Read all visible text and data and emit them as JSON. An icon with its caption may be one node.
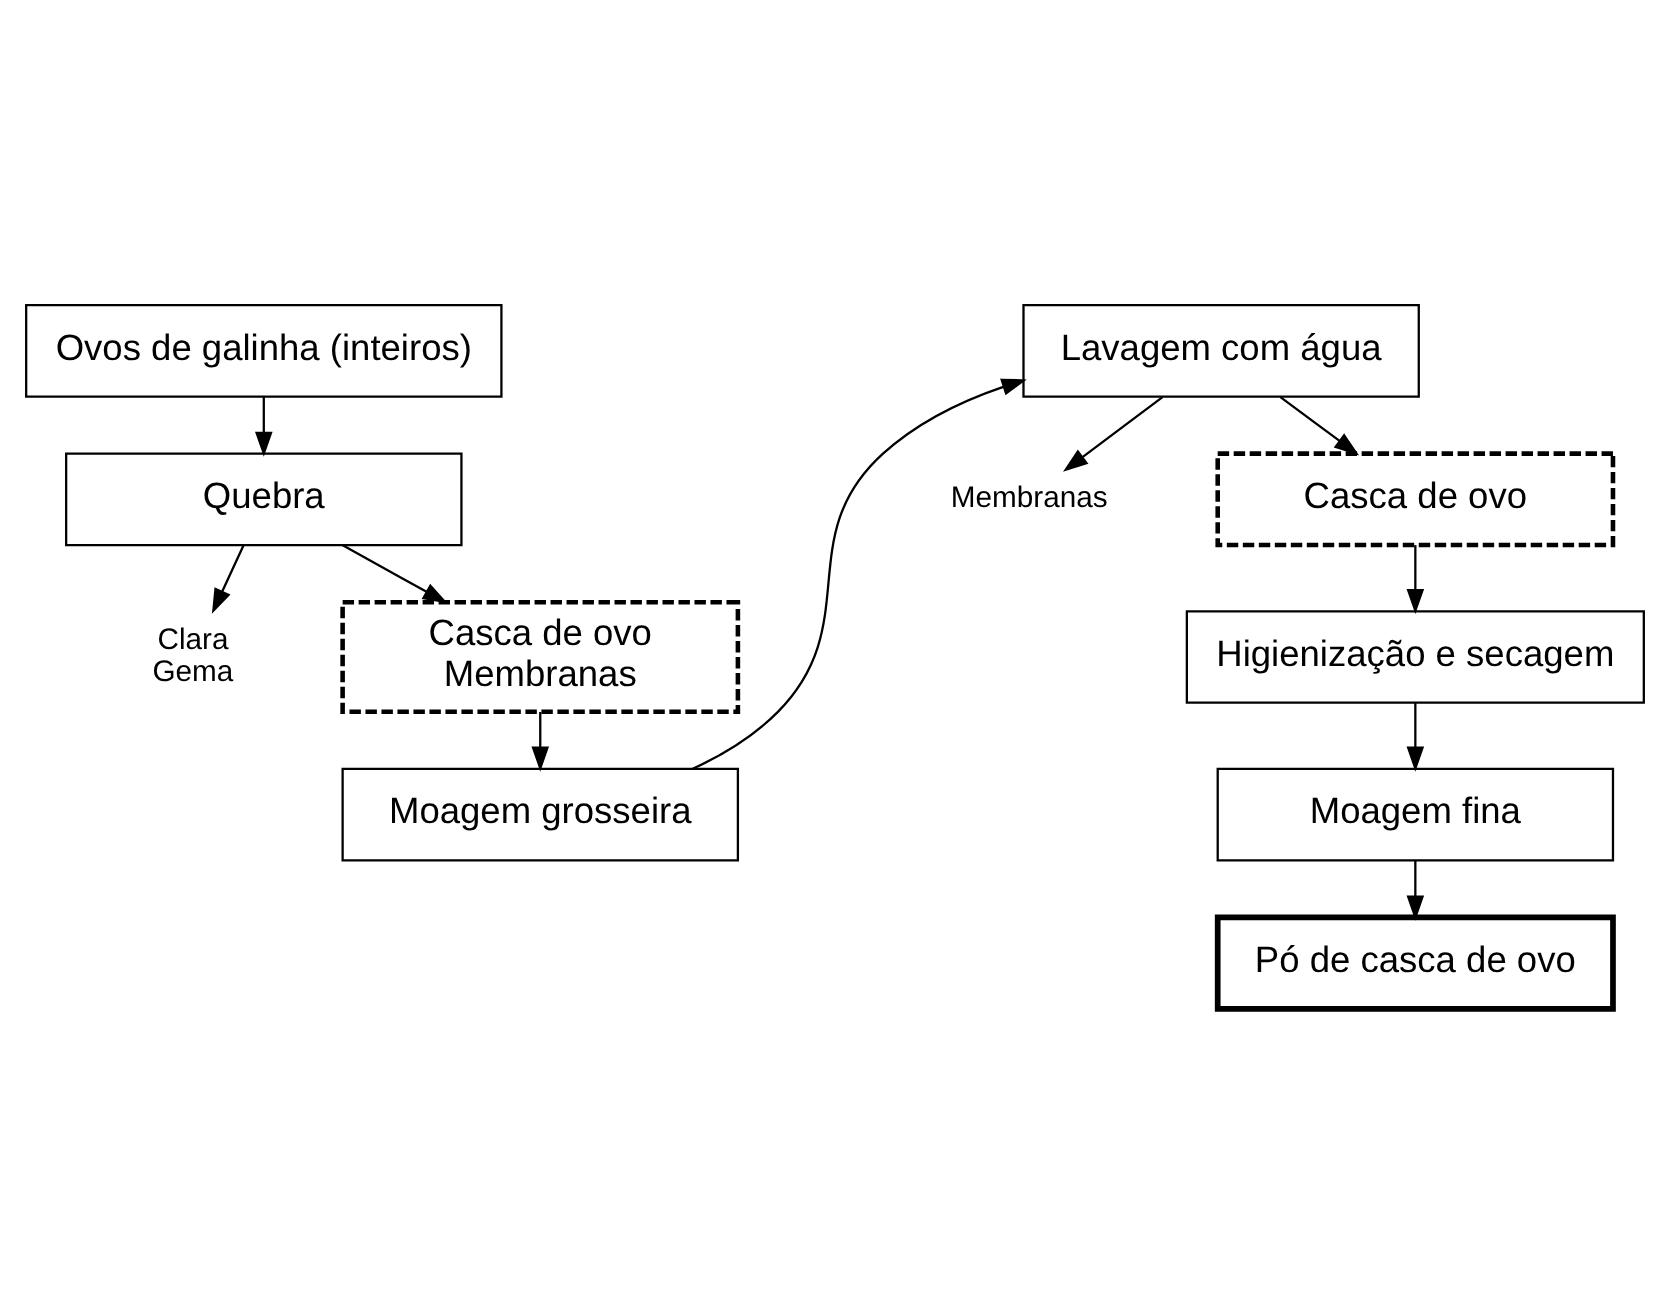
{
  "diagram": {
    "nodes": [
      {
        "text": [
          "Ovos de galinha (inteiros)"
        ]
      },
      {
        "text": [
          "Quebra"
        ]
      },
      {
        "text": [
          "Clara",
          "Gema"
        ]
      },
      {
        "text": [
          "Casca de ovo",
          "Membranas"
        ]
      },
      {
        "text": [
          "Moagem grosseira"
        ]
      },
      {
        "text": [
          "Lavagem com água"
        ]
      },
      {
        "text": [
          "Membranas"
        ]
      },
      {
        "text": [
          "Casca de ovo"
        ]
      },
      {
        "text": [
          "Higienização e secagem"
        ]
      },
      {
        "text": [
          "Moagem fina"
        ]
      },
      {
        "text": [
          "Pó de casca de ovo"
        ]
      }
    ],
    "edges": [
      {
        "from": 0,
        "to": 1,
        "arrow": "to"
      },
      {
        "from": 1,
        "to": 2,
        "arrow": "to"
      },
      {
        "from": 1,
        "to": 3,
        "arrow": "to"
      },
      {
        "from": 3,
        "to": 4,
        "arrow": "to"
      },
      {
        "from": 4,
        "to": 5,
        "arrow": "to"
      },
      {
        "from": 5,
        "to": 6,
        "arrow": "to"
      },
      {
        "from": 5,
        "to": 7,
        "arrow": "to"
      },
      {
        "from": 7,
        "to": 8,
        "arrow": "to"
      },
      {
        "from": 8,
        "to": 9,
        "arrow": "to"
      },
      {
        "from": 9,
        "to": 10,
        "arrow": "to"
      }
    ]
  }
}
